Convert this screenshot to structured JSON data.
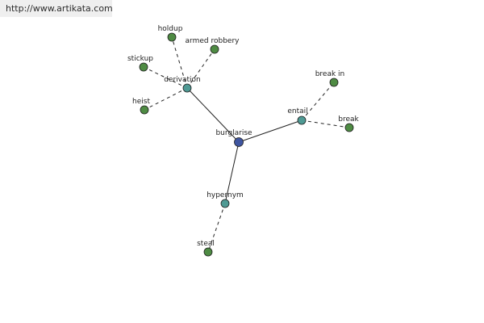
{
  "site_url": "http://www.artikata.com",
  "colors": {
    "center": "#3f55a0",
    "relation": "#4f9a94",
    "leaf": "#4e8b43",
    "edge": "#222222"
  },
  "graph": {
    "nodes": [
      {
        "id": "burglarise",
        "label": "burglarise",
        "kind": "center"
      },
      {
        "id": "derivation",
        "label": "derivation",
        "kind": "relation"
      },
      {
        "id": "entail",
        "label": "entail",
        "kind": "relation"
      },
      {
        "id": "hypernym",
        "label": "hypernym",
        "kind": "relation"
      },
      {
        "id": "holdup",
        "label": "holdup",
        "kind": "leaf"
      },
      {
        "id": "armed_robbery",
        "label": "armed robbery",
        "kind": "leaf"
      },
      {
        "id": "stickup",
        "label": "stickup",
        "kind": "leaf"
      },
      {
        "id": "heist",
        "label": "heist",
        "kind": "leaf"
      },
      {
        "id": "break_in",
        "label": "break in",
        "kind": "leaf"
      },
      {
        "id": "break",
        "label": "break",
        "kind": "leaf"
      },
      {
        "id": "steal",
        "label": "steal",
        "kind": "leaf"
      }
    ],
    "edges": [
      {
        "from": "burglarise",
        "to": "derivation",
        "style": "solid"
      },
      {
        "from": "burglarise",
        "to": "entail",
        "style": "solid"
      },
      {
        "from": "burglarise",
        "to": "hypernym",
        "style": "solid"
      },
      {
        "from": "derivation",
        "to": "holdup",
        "style": "dashed"
      },
      {
        "from": "derivation",
        "to": "armed_robbery",
        "style": "dashed"
      },
      {
        "from": "derivation",
        "to": "stickup",
        "style": "dashed"
      },
      {
        "from": "derivation",
        "to": "heist",
        "style": "dashed"
      },
      {
        "from": "entail",
        "to": "break_in",
        "style": "dashed"
      },
      {
        "from": "entail",
        "to": "break",
        "style": "dashed"
      },
      {
        "from": "hypernym",
        "to": "steal",
        "style": "dashed"
      }
    ]
  }
}
